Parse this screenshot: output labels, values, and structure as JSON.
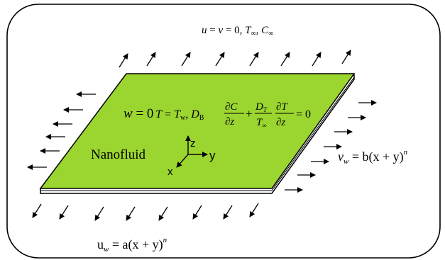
{
  "top_condition": {
    "u": "u",
    "eq1": " = ",
    "v": "v",
    "eq2": " = 0, ",
    "T": "T",
    "T_sub": "∞",
    "comma": ",  ",
    "C": "C",
    "C_sub": "∞"
  },
  "surface_condition": {
    "w": "w",
    "eq": " = 0",
    "sep": " ",
    "T": "T",
    "eq2": " = ",
    "Tw": "T",
    "Tw_sub": "w",
    "comma": ", ",
    "D": "D",
    "D_sub": "B",
    "num1": "∂C",
    "den1": "∂z",
    "plus": "+",
    "num2_D": "D",
    "num2_sub": "T",
    "den2_T": "T",
    "den2_sub": "∞",
    "num3": "∂T",
    "den3": "∂z",
    "eq0": "= 0"
  },
  "fluid_label": "Nanofluid",
  "axes": {
    "z": "z",
    "y": "y",
    "x": "x"
  },
  "v_condition": {
    "v": "v",
    "v_sub": "w",
    "eq": " = b(x + y)",
    "exp": "n"
  },
  "u_condition": {
    "u": "u",
    "u_sub": "w",
    "eq": " = a(x + y)",
    "exp": "n"
  },
  "colors": {
    "plate_top": "#9bd52f",
    "plate_side": "#eeeeee",
    "outline": "#000000",
    "border": "#000000"
  }
}
